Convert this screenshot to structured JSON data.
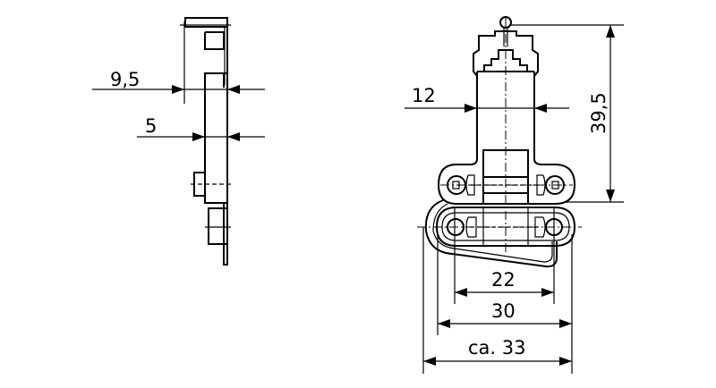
{
  "dimensions": {
    "side_total_width": "9,5",
    "side_strip_width": "5",
    "body_width": "12",
    "height": "39,5",
    "hole_spacing": "22",
    "loop_width": "30",
    "overall_width": "ca. 33"
  }
}
